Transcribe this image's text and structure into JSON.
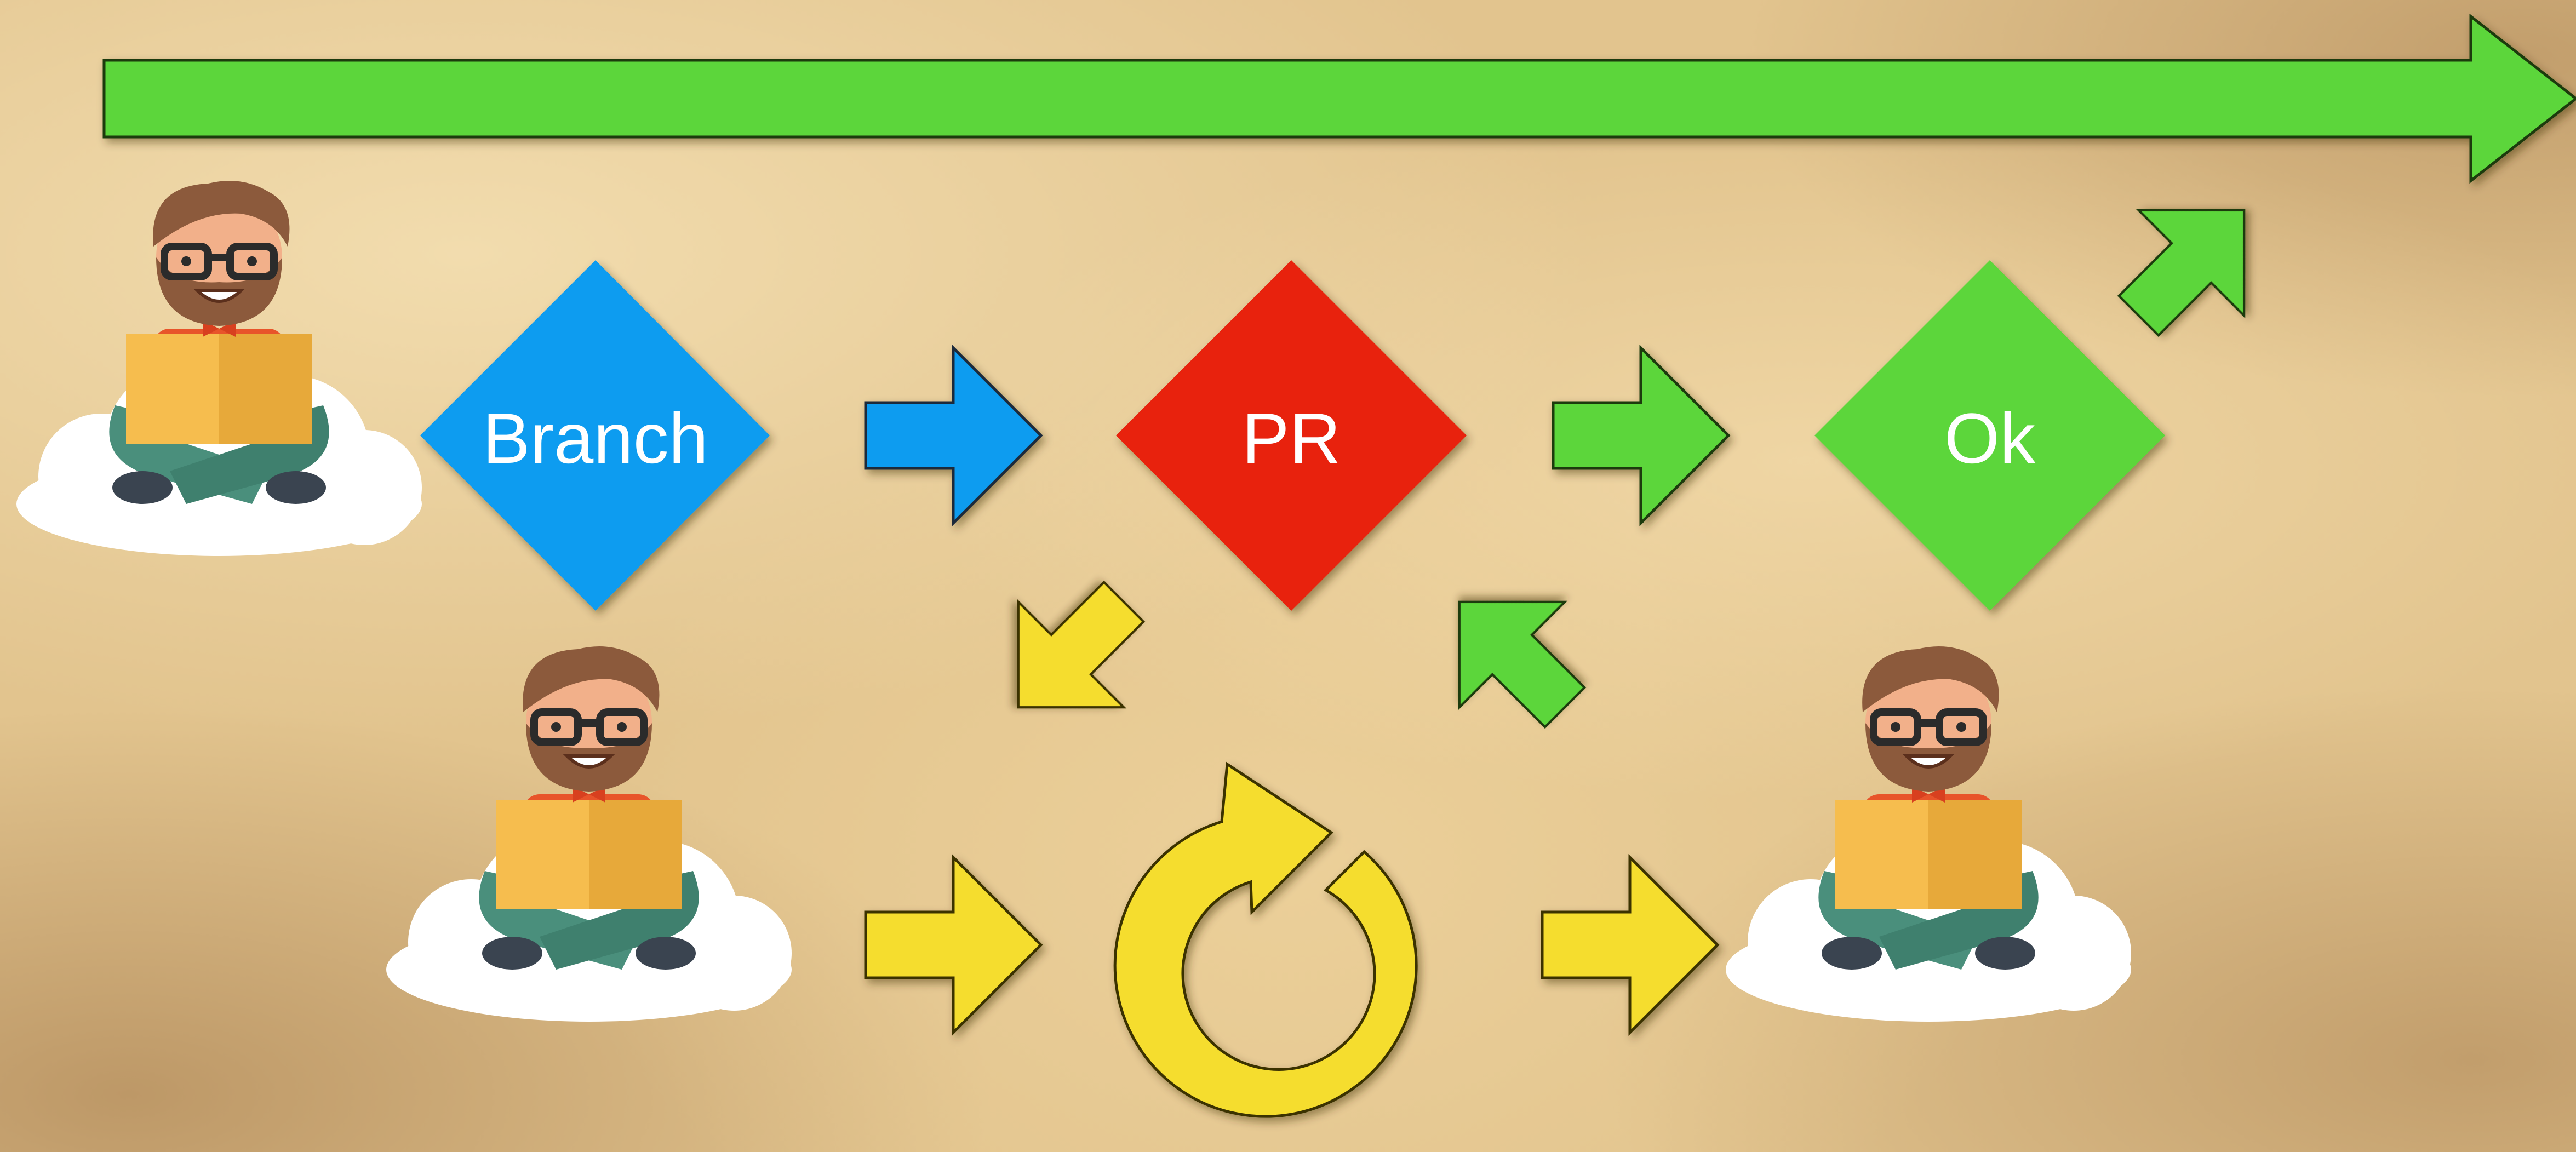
{
  "diagram": {
    "nodes": [
      {
        "id": "branch",
        "label": "Branch",
        "color": "#0a9cf0"
      },
      {
        "id": "pr",
        "label": "PR",
        "color": "#e8200c"
      },
      {
        "id": "ok",
        "label": "Ok",
        "color": "#5cd63a"
      }
    ],
    "arrows": {
      "timeline_color": "#5cd63a",
      "branch_to_pr_color": "#0a9cf0",
      "pr_to_ok_color": "#5cd63a",
      "feedback_color": "#f5dd2e",
      "return_color": "#5cd63a"
    },
    "icons": [
      "developer-avatar",
      "cloud",
      "refresh-cycle-icon",
      "package-box"
    ]
  }
}
